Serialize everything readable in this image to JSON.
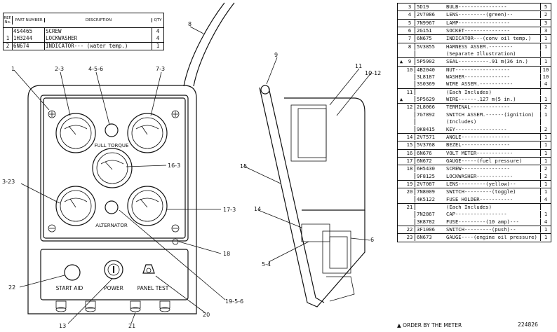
{
  "small_table": {
    "headers": {
      "ref": "REF. No.",
      "part": "PART NUMBER",
      "desc": "DESCRIPTION",
      "qty": "QTY"
    },
    "rows": [
      {
        "ref": "",
        "part": "4S4465",
        "desc": "SCREW",
        "qty": "4"
      },
      {
        "ref": "1",
        "part": "1H3244",
        "desc": "LOCKWASHER",
        "qty": "4"
      },
      {
        "ref": "2",
        "part": "6N674",
        "desc": "INDICATOR--- (water temp.)",
        "qty": "1"
      }
    ]
  },
  "panel_labels": {
    "full_torque": "FULL TORQUE",
    "alternator": "ALTERNATOR",
    "start_aid": "START AID",
    "power": "POWER",
    "panel_test": "PANEL TEST"
  },
  "callouts": {
    "c1": "1",
    "c2_3": "2-3",
    "c4_5_6": "4-5-6",
    "c7_3": "7-3",
    "c8": "8",
    "c9": "9",
    "c11": "11",
    "c10_12": "10-12",
    "c16_3": "16-3",
    "c3_23": "3-23",
    "c15": "15",
    "c14": "14",
    "c6": "6",
    "c5_4": "5-4",
    "c17_3": "17-3",
    "c18": "18",
    "c22": "22",
    "c13": "13",
    "c21": "21",
    "c20": "20",
    "c19_5_6": "19-5-6"
  },
  "parts_list": [
    {
      "mark": "",
      "ref": "3",
      "part": "5D19",
      "desc": "BULB----------------",
      "qty": "5"
    },
    {
      "mark": "",
      "ref": "4",
      "part": "2V7086",
      "desc": "LENS---------(green)--",
      "qty": "2"
    },
    {
      "mark": "",
      "ref": "5",
      "part": "7N9967",
      "desc": "LAMP-----------------",
      "qty": "3"
    },
    {
      "mark": "",
      "ref": "6",
      "part": "2G151",
      "desc": "SOCKET---------------",
      "qty": "3"
    },
    {
      "mark": "",
      "ref": "7",
      "part": "6N675",
      "desc": "INDICATOR---(conv oil temp.)",
      "qty": "1"
    },
    {
      "mark": "",
      "ref": "8",
      "part": "5V3855",
      "desc": "HARNESS ASSEM.--------",
      "qty": "1"
    },
    {
      "mark": "",
      "ref": "",
      "part": "",
      "desc": "  (Separate Illustration)",
      "qty": ""
    },
    {
      "mark": "▲",
      "ref": "9",
      "part": "5P5902",
      "desc": "SEAL----------.91 m(36 in.)",
      "qty": "1"
    },
    {
      "mark": "",
      "ref": "10",
      "part": "4B2040",
      "desc": "NUT------------------",
      "qty": "10"
    },
    {
      "mark": "",
      "ref": "",
      "part": "3L8187",
      "desc": "WASHER---------------",
      "qty": "10"
    },
    {
      "mark": "",
      "ref": "",
      "part": "3S0369",
      "desc": "WIRE ASSEM.-----------",
      "qty": "4"
    },
    {
      "mark": "",
      "ref": "11",
      "part": "",
      "desc": "   (Each Includes)",
      "qty": ""
    },
    {
      "mark": "▲",
      "ref": "",
      "part": "5P5629",
      "desc": "  WIRE------.127 m(5 in.)",
      "qty": "1"
    },
    {
      "mark": "",
      "ref": "12",
      "part": "2L8066",
      "desc": "  TERMINAL-------------",
      "qty": "2"
    },
    {
      "mark": "",
      "ref": "",
      "part": "7G7892",
      "desc": "SWITCH ASSEM.------(ignition)",
      "qty": "1"
    },
    {
      "mark": "",
      "ref": "",
      "part": "",
      "desc": "   (Includes)",
      "qty": ""
    },
    {
      "mark": "",
      "ref": "",
      "part": "9K8415",
      "desc": "  KEY-----------------",
      "qty": "2"
    },
    {
      "mark": "",
      "ref": "14",
      "part": "2V7571",
      "desc": "ANGLE----------------",
      "qty": "1"
    },
    {
      "mark": "",
      "ref": "15",
      "part": "5V3768",
      "desc": "BEZEL----------------",
      "qty": "1"
    },
    {
      "mark": "",
      "ref": "16",
      "part": "6N676",
      "desc": "VOLT METER------------",
      "qty": "1"
    },
    {
      "mark": "",
      "ref": "17",
      "part": "6N672",
      "desc": "GAUGE-----(fuel pressure)",
      "qty": "1"
    },
    {
      "mark": "",
      "ref": "18",
      "part": "6H5430",
      "desc": "SCREW----------------",
      "qty": "2"
    },
    {
      "mark": "",
      "ref": "",
      "part": "9F8125",
      "desc": "LOCKWASHER------------",
      "qty": "2"
    },
    {
      "mark": "",
      "ref": "19",
      "part": "2V7087",
      "desc": "LENS---------(yellow)--",
      "qty": "1"
    },
    {
      "mark": "",
      "ref": "20",
      "part": "7N8009",
      "desc": "SWITCH---------(toggle)",
      "qty": "1"
    },
    {
      "mark": "",
      "ref": "",
      "part": "4K5122",
      "desc": "FUSE HOLDER-----------",
      "qty": "4"
    },
    {
      "mark": "",
      "ref": "21",
      "part": "",
      "desc": "   (Each Includes)",
      "qty": ""
    },
    {
      "mark": "",
      "ref": "",
      "part": "7N2867",
      "desc": "  CAP-----------------",
      "qty": "1"
    },
    {
      "mark": "",
      "ref": "",
      "part": "3K8782",
      "desc": "FUSE---------(10 amp)---",
      "qty": "4"
    },
    {
      "mark": "",
      "ref": "22",
      "part": "3F1006",
      "desc": "SWITCH---------(push)--",
      "qty": "1"
    },
    {
      "mark": "",
      "ref": "23",
      "part": "6N673",
      "desc": "GAUGE----(engine oil pressure)",
      "qty": "1"
    }
  ],
  "footnote": "▲ ORDER BY THE METER",
  "drawing_number": "224826"
}
